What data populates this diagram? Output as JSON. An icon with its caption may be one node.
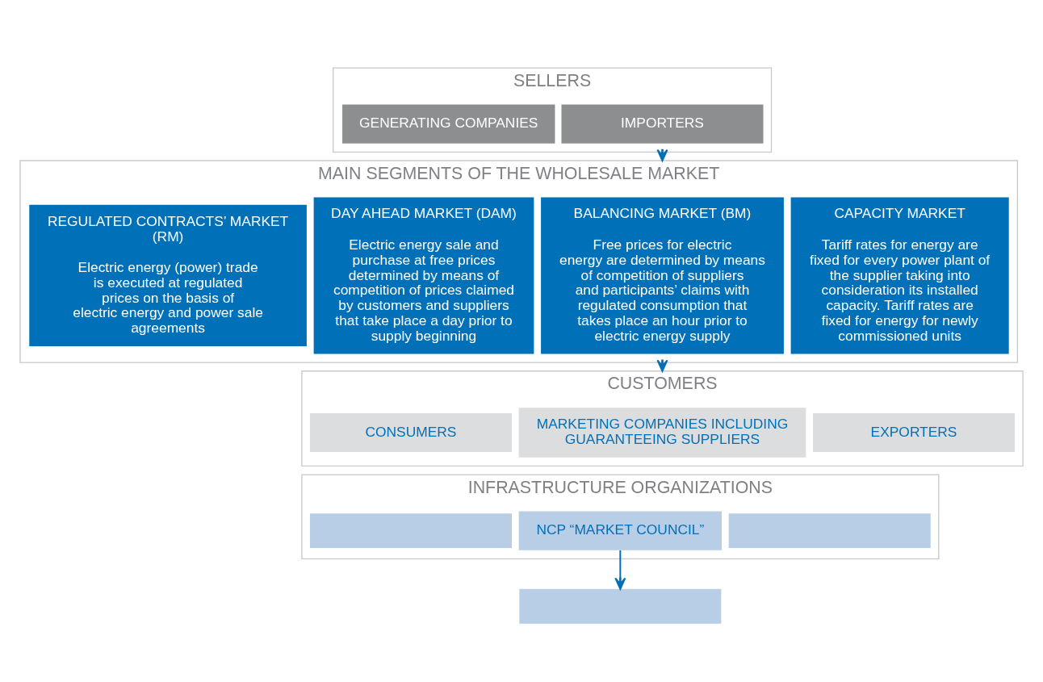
{
  "diagram": {
    "nodes": [
      {
        "text": [
          "SELLERS"
        ]
      },
      {
        "text": [
          "GENERATING COMPANIES"
        ],
        "in": 0
      },
      {
        "text": [
          "IMPORTERS"
        ],
        "in": 0
      },
      {
        "text": [
          "MAIN SEGMENTS OF THE WHOLESALE MARKET"
        ]
      },
      {
        "text": [
          "REGULATED CONTRACTS’ MARKET (RM)",
          "Electric energy (power) trade is executed at regulated prices on the basis of electric energy and power sale agreements"
        ],
        "in": 3
      },
      {
        "text": [
          "DAY AHEAD MARKET (DAM)",
          "Electric energy sale and purchase at free prices determined by means of competition of prices claimed by customers and suppliers that take place a day prior to supply beginning"
        ],
        "in": 3
      },
      {
        "text": [
          "BALANCING MARKET (BM)",
          "Free prices for electric energy are determined by means of competition of suppliers and participants’ claims with regulated consumption that takes place an hour prior to electric energy supply"
        ],
        "in": 3
      },
      {
        "text": [
          "CAPACITY MARKET",
          "Tariff rates for energy are fixed for every power plant of the supplier taking into consideration its installed capacity. Tariff rates are fixed for energy for newly commissioned units"
        ],
        "in": 3
      },
      {
        "text": [
          "CUSTOMERS"
        ]
      },
      {
        "text": [
          "CONSUMERS"
        ],
        "in": 8
      },
      {
        "text": [
          "MARKETING COMPANIES INCLUDING GUARANTEEING SUPPLIERS"
        ],
        "in": 8
      },
      {
        "text": [
          "EXPORTERS"
        ],
        "in": 8
      },
      {
        "text": [
          "INFRASTRUCTURE ORGANIZATIONS"
        ]
      },
      {
        "text": [],
        "shape": "box",
        "in": 12
      },
      {
        "text": [
          "NCP “MARKET COUNCIL”"
        ],
        "in": 12
      },
      {
        "text": [],
        "shape": "box",
        "in": 12
      },
      {
        "text": [],
        "shape": "box"
      }
    ],
    "edges": [
      {
        "from": 0,
        "to": 3,
        "arrow": "to"
      },
      {
        "from": 3,
        "to": 8,
        "arrow": "to"
      },
      {
        "from": 14,
        "to": 16,
        "arrow": "to"
      }
    ]
  }
}
